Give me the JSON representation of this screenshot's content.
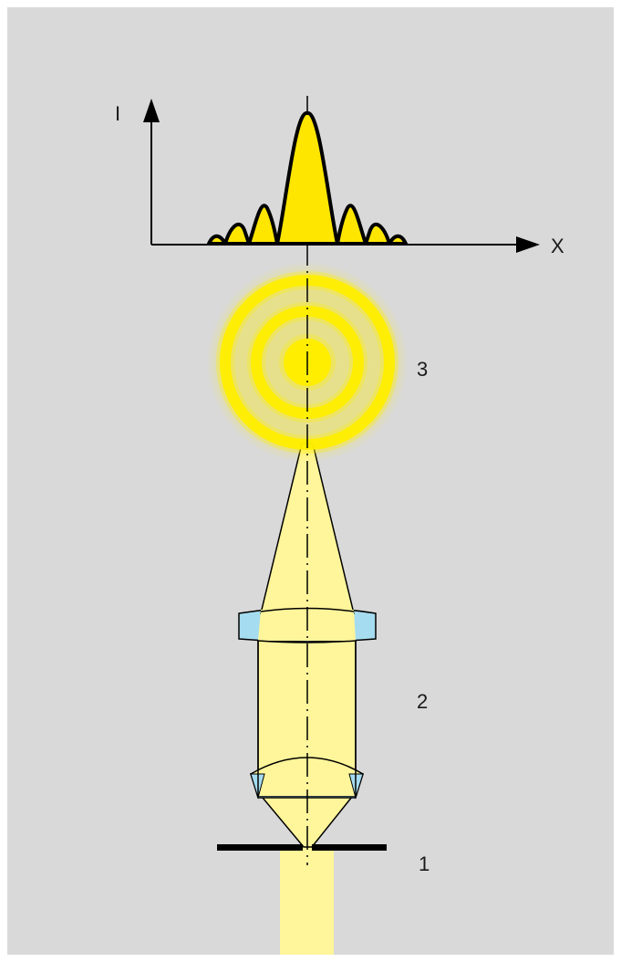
{
  "labels": {
    "intensity_axis": "I",
    "position_axis": "X",
    "label_pinhole": "1",
    "label_lens_system": "2",
    "label_airy_pattern": "3"
  },
  "colors": {
    "panel_background": "#d9d9d9",
    "beam_fill": "#fff59a",
    "lens_fill": "#a6dcf0",
    "airy_yellow": "#ffee00",
    "intensity_fill": "#ffe600",
    "line": "#000000"
  }
}
